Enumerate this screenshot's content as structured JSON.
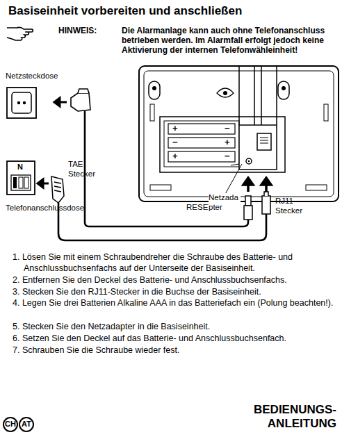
{
  "diagram": {
    "title": "Basiseinheit vorbereiten und anschließen",
    "nodes": [
      {
        "text": [
          "CH"
        ]
      },
      {
        "text": [
          "AT"
        ]
      }
    ],
    "labels": [
      "HINWEIS:",
      "Die Alarmanlage kann auch ohne Telefonanschluss betrieben werden. Im Alarmfall erfolgt jedoch keine Aktivierung der internen Telefonwähleinheit!",
      "Netzsteckdose",
      "N",
      "TAE Stecker",
      "Telefonanschlussdose",
      "+",
      "−",
      "−",
      "+",
      "+",
      "−",
      "RESET",
      "Netzadapter",
      "RJ11 Stecker",
      "1. Lösen Sie mit einem Schraubendreher die Schraube des Batterie- und Anschlussbuchsenfachs auf der Unterseite der Basiseinheit.",
      "2. Entfernen Sie den Deckel des Batterie- und Anschlussbuchsenfachs.",
      "3. Stecken Sie den RJ11-Stecker in die Buchse der Basiseinheit.",
      "4. Legen Sie drei Batterien Alkaline AAA in das Batteriefach ein (Polung beachten!).",
      "5. Stecken Sie den Netzadapter in die Basiseinheit.",
      "6. Setzen Sie den Deckel auf das Batterie- und Anschlussbuchsenfach.",
      "7. Schrauben Sie die Schraube wieder fest.",
      "BEDIENUNGS- ANLEITUNG"
    ]
  }
}
